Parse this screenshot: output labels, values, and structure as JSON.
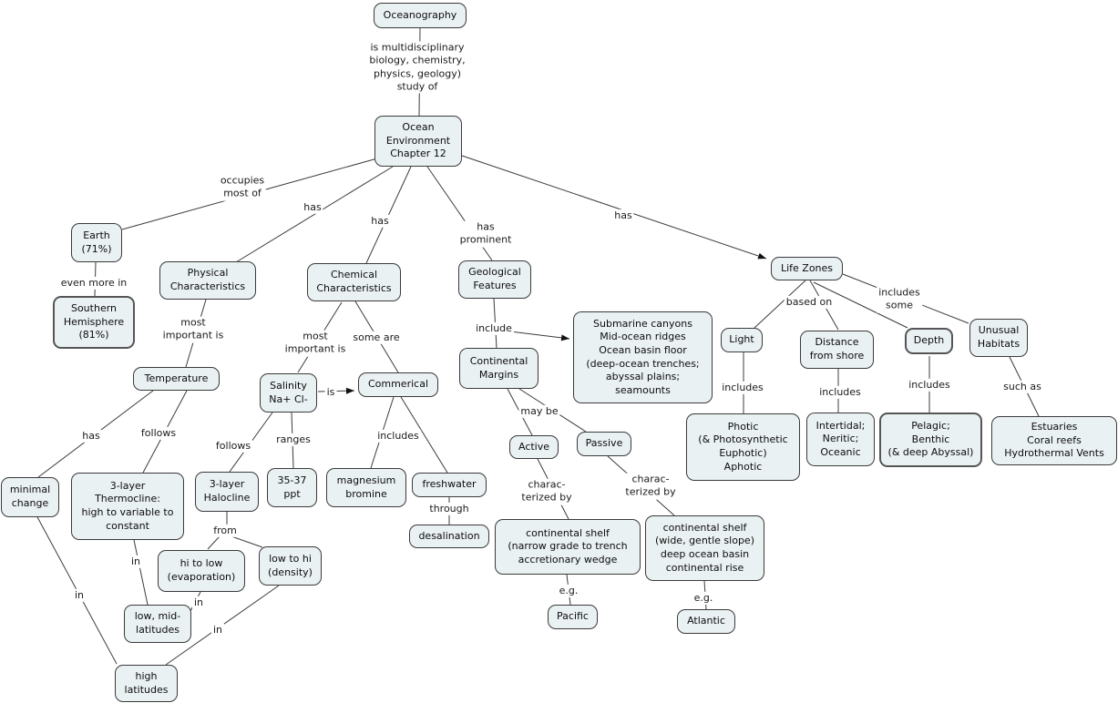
{
  "title": "Oceanography concept map - Ocean Environment Chapter 12",
  "colors": {
    "background": "#ffffff",
    "node_fill": "#eaf1f3",
    "node_border": "#3a3a3a",
    "node_border_selected": "#555555",
    "line": "#3c3c3c",
    "text": "#111111"
  },
  "nodes": {
    "oceanography": {
      "text": "Oceanography"
    },
    "ocean_environment": {
      "text": "Ocean\nEnvironment\nChapter 12"
    },
    "earth": {
      "text": "Earth\n(71%)"
    },
    "southern_hemisphere": {
      "text": "Southern\nHemisphere\n(81%)"
    },
    "physical_characteristics": {
      "text": "Physical\nCharacteristics"
    },
    "temperature": {
      "text": "Temperature"
    },
    "minimal_change": {
      "text": "minimal\nchange"
    },
    "thermocline": {
      "text": "3-layer\nThermocline:\nhigh to variable to\nconstant"
    },
    "halocline": {
      "text": "3-layer\nHalocline"
    },
    "hi_to_low": {
      "text": "hi to low\n(evaporation)"
    },
    "low_to_hi": {
      "text": "low to hi\n(density)"
    },
    "low_mid_latitudes": {
      "text": "low, mid-\nlatitudes"
    },
    "high_latitudes": {
      "text": "high\nlatitudes"
    },
    "chemical_characteristics": {
      "text": "Chemical\nCharacteristics"
    },
    "salinity": {
      "text": "Salinity\nNa+ Cl-"
    },
    "commerical": {
      "text": "Commerical"
    },
    "ppt": {
      "text": "35-37\nppt"
    },
    "magnesium_bromine": {
      "text": "magnesium\nbromine"
    },
    "freshwater": {
      "text": "freshwater"
    },
    "desalination": {
      "text": "desalination"
    },
    "geological_features": {
      "text": "Geological\nFeatures"
    },
    "submarine_canyons": {
      "text": "Submarine canyons\nMid-ocean ridges\nOcean basin floor\n(deep-ocean trenches;\nabyssal plains;\nseamounts"
    },
    "continental_margins": {
      "text": "Continental\nMargins"
    },
    "active": {
      "text": "Active"
    },
    "passive": {
      "text": "Passive"
    },
    "shelf_narrow": {
      "text": "continental shelf\n(narrow grade to trench\naccretionary wedge"
    },
    "shelf_wide": {
      "text": "continental shelf\n(wide, gentle slope)\ndeep ocean basin\ncontinental rise"
    },
    "pacific": {
      "text": "Pacific"
    },
    "atlantic": {
      "text": "Atlantic"
    },
    "life_zones": {
      "text": "Life Zones"
    },
    "light": {
      "text": "Light"
    },
    "distance_from_shore": {
      "text": "Distance\nfrom shore"
    },
    "depth": {
      "text": "Depth"
    },
    "unusual_habitats": {
      "text": "Unusual\nHabitats"
    },
    "photic": {
      "text": "Photic\n(& Photosynthetic\nEuphotic)\nAphotic"
    },
    "intertidal": {
      "text": "Intertidal;\nNeritic;\nOceanic"
    },
    "pelagic": {
      "text": "Pelagic;\nBenthic\n(& deep Abyssal)"
    },
    "estuaries": {
      "text": "Estuaries\nCoral reefs\nHydrothermal Vents"
    }
  },
  "labels": {
    "is_multidisciplinary": "is multidisciplinary\nbiology, chemistry,\nphysics, geology)\nstudy of",
    "occupies_most_of": "occupies\nmost of",
    "has_physical": "has",
    "has_chemical": "has",
    "has_prominent": "has\nprominent",
    "has_life_zones": "has",
    "even_more_in": "even more in",
    "most_important_is_physical": "most\nimportant is",
    "has_minimal": "has",
    "follows_thermocline": "follows",
    "follows_halocline": "follows",
    "in_thermo_lowmid": "in",
    "in_minimal_high": "in",
    "from": "from",
    "in_evap_lowmid": "in",
    "in_density_high": "in",
    "most_important_is_chemical": "most\nimportant is",
    "some_are": "some are",
    "is": "is",
    "ranges": "ranges",
    "includes_commerical": "includes",
    "through": "through",
    "include": "include",
    "may_be": "may be",
    "charac_active": "charac-\nterized by",
    "charac_passive": "charac-\nterized by",
    "eg_pacific": "e.g.",
    "eg_atlantic": "e.g.",
    "based_on": "based on",
    "includes_some": "includes\nsome",
    "includes_light": "includes",
    "includes_distance": "includes",
    "includes_depth": "includes",
    "such_as": "such as"
  }
}
